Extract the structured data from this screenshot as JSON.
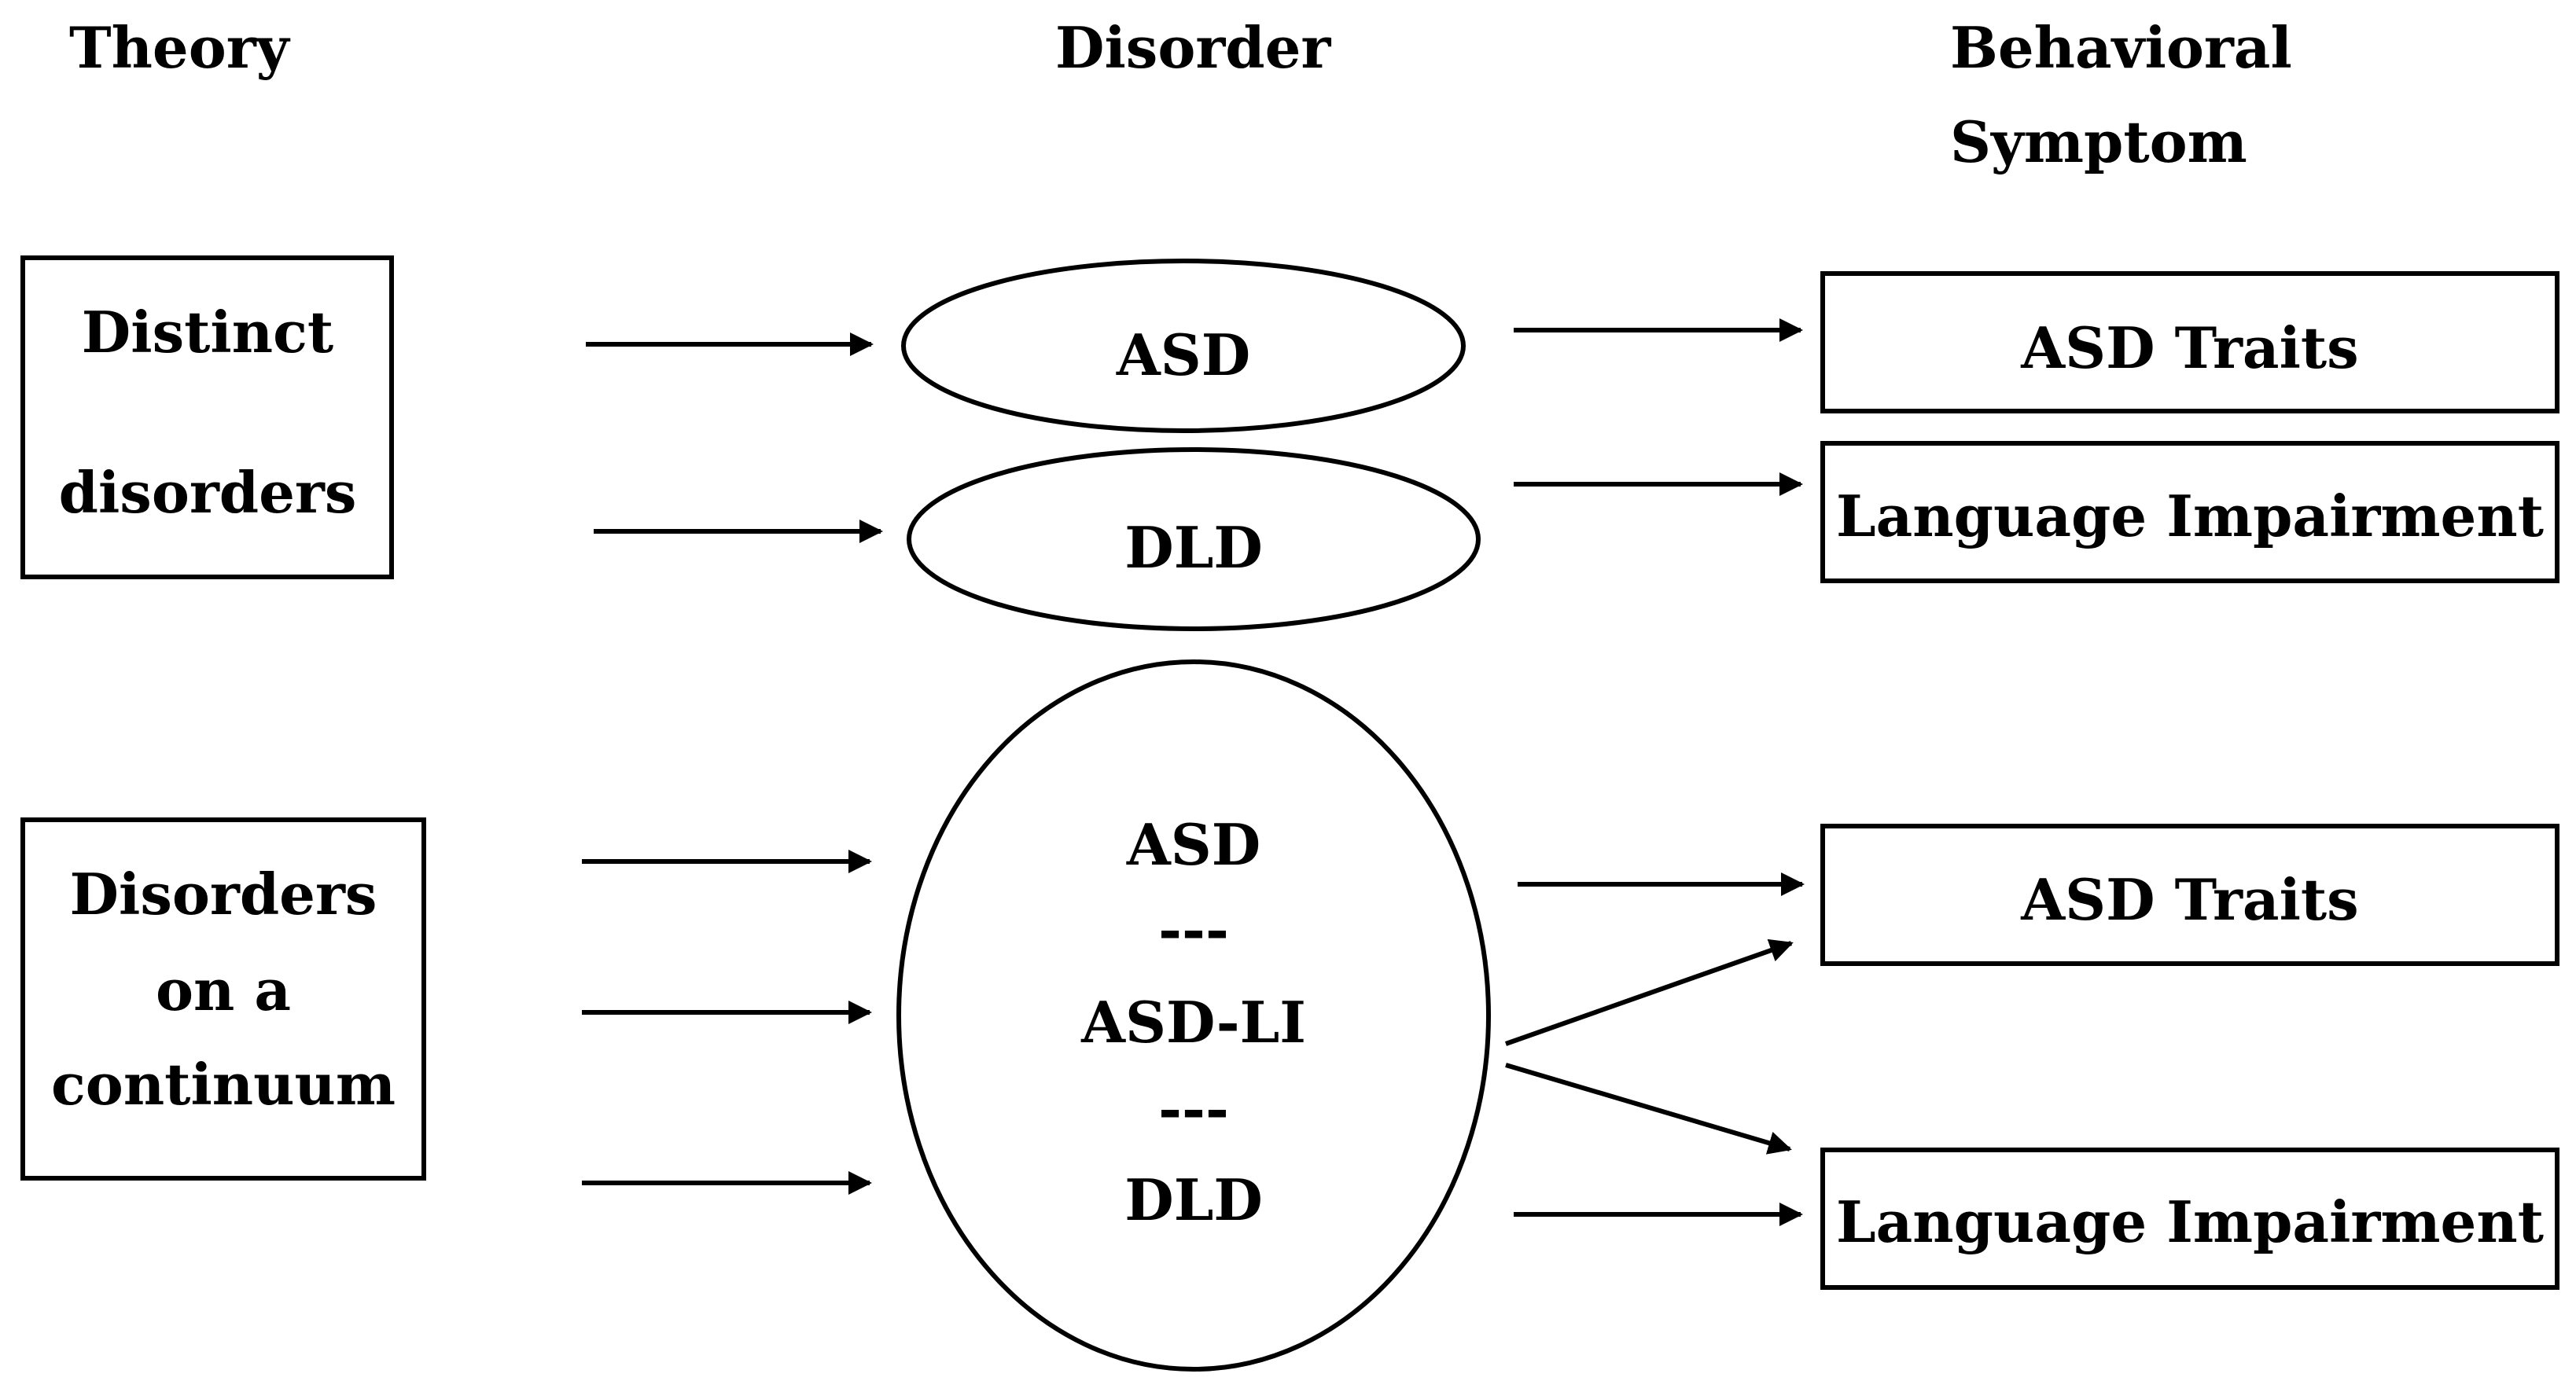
{
  "headers": {
    "theory": "Theory",
    "disorder": "Disorder",
    "behavioral_line1": "Behavioral",
    "behavioral_line2": "Symptom"
  },
  "theories": {
    "distinct_line1": "Distinct",
    "distinct_line2": "disorders",
    "continuum_line1": "Disorders",
    "continuum_line2": "on a",
    "continuum_line3": "continuum"
  },
  "disorders": {
    "asd": "ASD",
    "dld": "DLD",
    "continuum_asd": "ASD",
    "continuum_sep1": "---",
    "continuum_asdli": "ASD-LI",
    "continuum_sep2": "---",
    "continuum_dld": "DLD"
  },
  "symptoms": {
    "asd_traits_top": "ASD Traits",
    "language_impairment_top": "Language Impairment",
    "asd_traits_bottom": "ASD Traits",
    "language_impairment_bottom": "Language Impairment"
  },
  "colors": {
    "stroke": "#000000",
    "background": "#ffffff"
  }
}
